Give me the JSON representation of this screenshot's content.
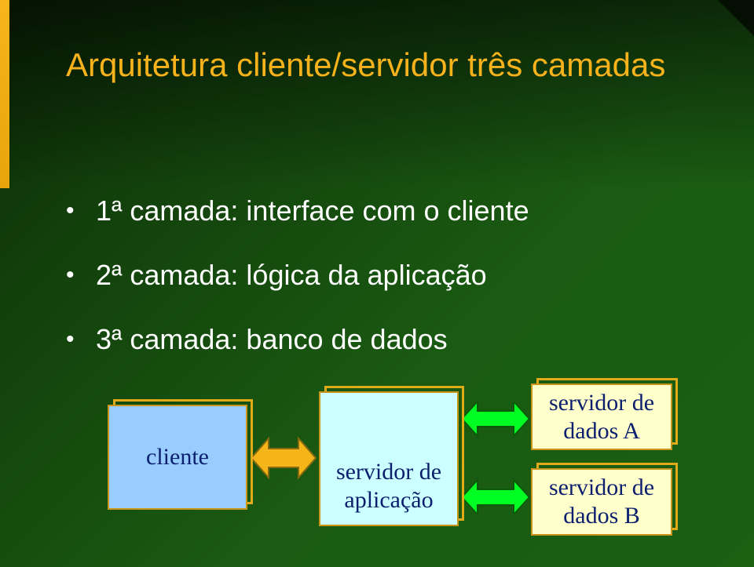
{
  "title": "Arquitetura cliente/servidor três camadas",
  "bullets": [
    "1ª camada: interface com o cliente",
    "2ª camada: lógica da aplicação",
    "3ª camada: banco de dados"
  ],
  "nodes": {
    "client": "cliente",
    "app_line1": "servidor de",
    "app_line2": "aplicação",
    "db_a_line1": "servidor de",
    "db_a_line2": "dados A",
    "db_b_line1": "servidor de",
    "db_b_line2": "dados B"
  },
  "edges": [
    {
      "from": "cliente",
      "to": "servidor de aplicação",
      "type": "bidirectional",
      "color": "#f5b418"
    },
    {
      "from": "servidor de aplicação",
      "to": "servidor de dados A",
      "type": "bidirectional",
      "color": "#00ff22"
    },
    {
      "from": "servidor de aplicação",
      "to": "servidor de dados B",
      "type": "bidirectional",
      "color": "#00ff22"
    }
  ],
  "colors": {
    "title": "#f7b21c",
    "client_fill": "#99ccff",
    "app_fill": "#ccffff",
    "db_fill": "#ffffcc",
    "box_text": "#0b1f6e"
  }
}
